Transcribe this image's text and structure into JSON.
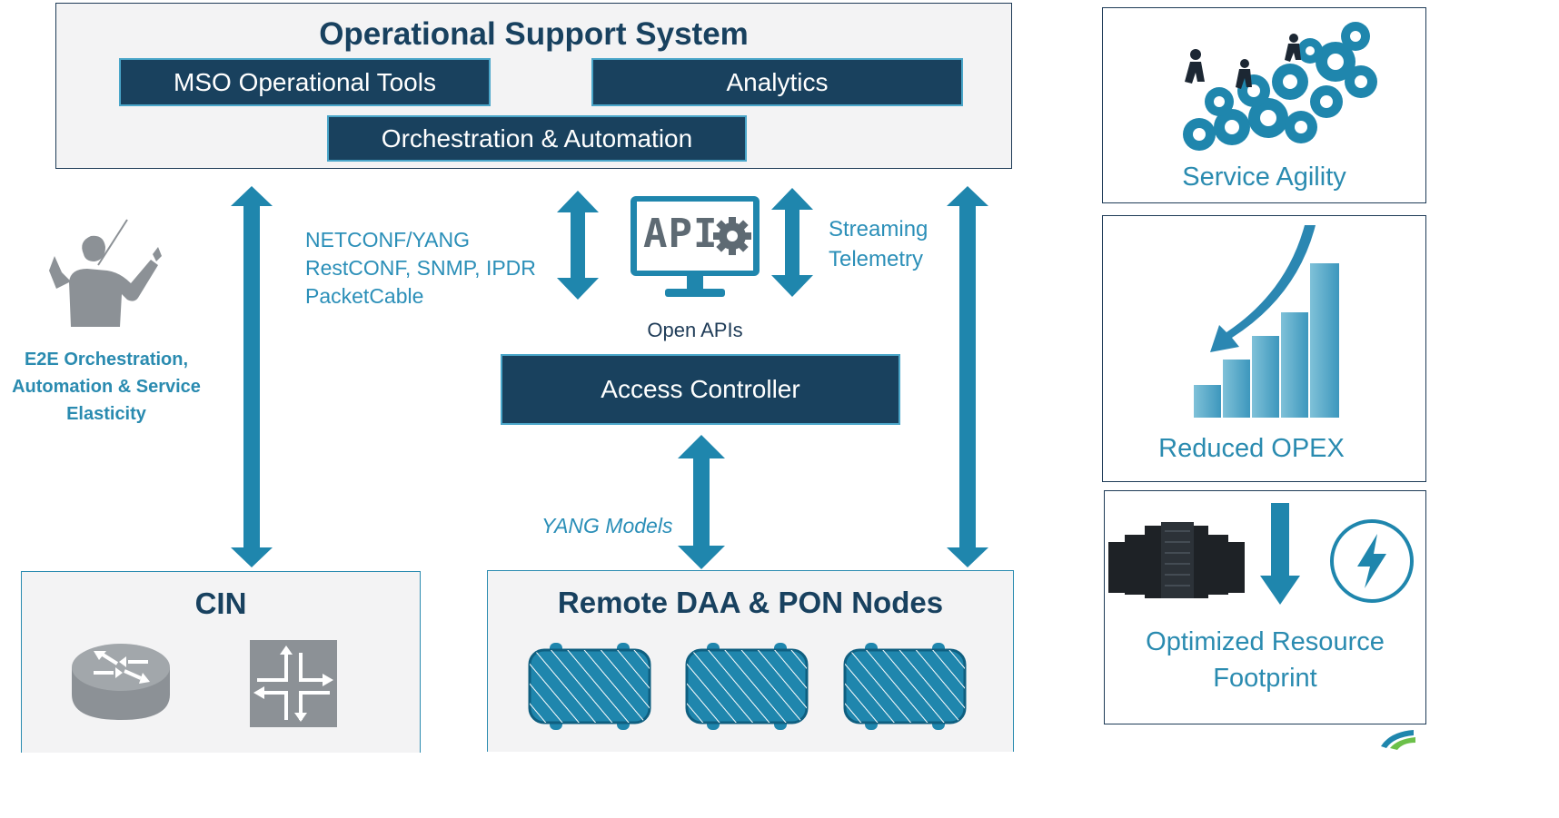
{
  "oss": {
    "title": "Operational Support System",
    "mso_tools": "MSO Operational Tools",
    "analytics": "Analytics",
    "orchestration": "Orchestration & Automation"
  },
  "protocols": {
    "line1": "NETCONF/YANG",
    "line2": "RestCONF, SNMP, IPDR",
    "line3": "PacketCable"
  },
  "streaming": {
    "line1": "Streaming",
    "line2": "Telemetry"
  },
  "api": {
    "icon_text": "API",
    "caption": "Open APIs"
  },
  "access_controller": "Access Controller",
  "yang_models": "YANG Models",
  "conductor": {
    "line1": "E2E Orchestration,",
    "line2": "Automation & Service",
    "line3": "Elasticity"
  },
  "cin": {
    "title": "CIN"
  },
  "remote": {
    "title": "Remote DAA & PON Nodes"
  },
  "benefits": {
    "service_agility": "Service Agility",
    "reduced_opex": "Reduced OPEX",
    "optimized_line1": "Optimized Resource",
    "optimized_line2": "Footprint"
  },
  "colors": {
    "navy": "#19415e",
    "teal": "#2a8bb0",
    "arrow": "#1f86ad",
    "panel": "#f3f3f4"
  }
}
